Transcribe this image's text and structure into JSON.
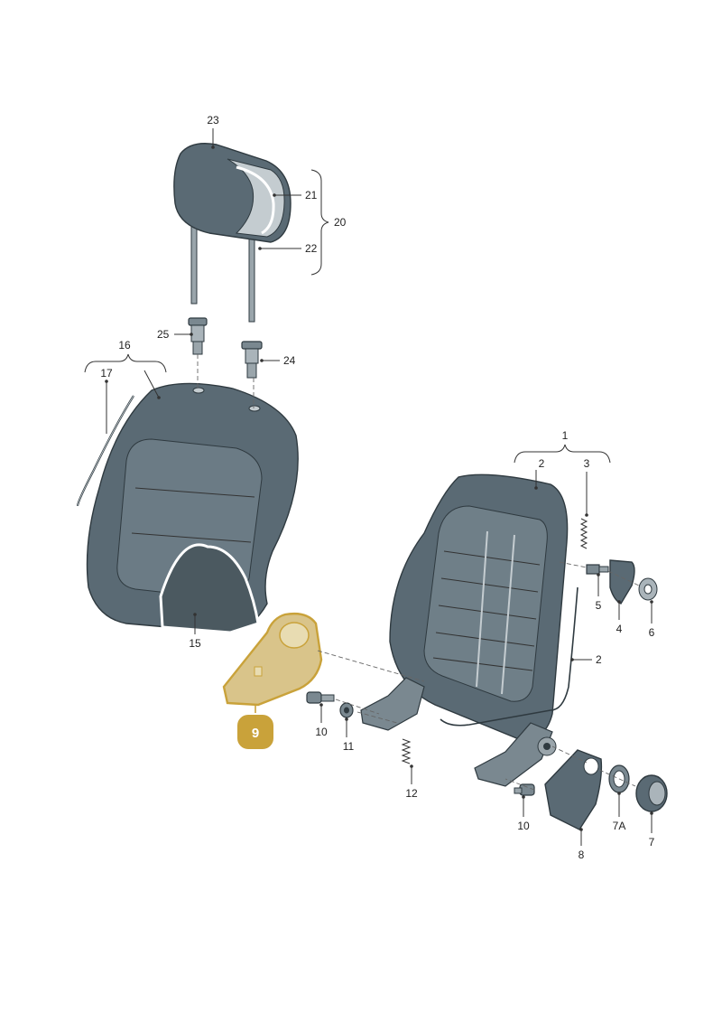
{
  "callouts": {
    "c1": "1",
    "c2a": "2",
    "c2b": "2",
    "c3": "3",
    "c4": "4",
    "c5": "5",
    "c6": "6",
    "c7": "7",
    "c7a": "7A",
    "c8": "8",
    "c9": "9",
    "c10a": "10",
    "c10b": "10",
    "c11": "11",
    "c12": "12",
    "c15": "15",
    "c16": "16",
    "c17": "17",
    "c20": "20",
    "c21": "21",
    "c22": "22",
    "c23": "23",
    "c24": "24",
    "c25": "25"
  },
  "highlight": {
    "part": "9",
    "color": "#c9a23a",
    "fill": "#d9c48a"
  }
}
